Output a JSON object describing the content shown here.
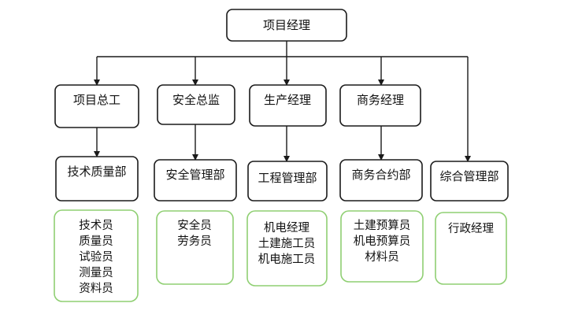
{
  "root": {
    "label": "项目经理"
  },
  "managers": [
    {
      "label": "项目总工"
    },
    {
      "label": "安全总监"
    },
    {
      "label": "生产经理"
    },
    {
      "label": "商务经理"
    }
  ],
  "departments": [
    {
      "label": "技术质量部",
      "staff": [
        "技术员",
        "质量员",
        "试验员",
        "测量员",
        "资料员"
      ]
    },
    {
      "label": "安全管理部",
      "staff": [
        "安全员",
        "劳务员"
      ]
    },
    {
      "label": "工程管理部",
      "staff": [
        "机电经理",
        "土建施工员",
        "机电施工员"
      ]
    },
    {
      "label": "商务合约部",
      "staff": [
        "土建预算员",
        "机电预算员",
        "材料员"
      ]
    },
    {
      "label": "综合管理部",
      "staff": [
        "行政经理"
      ]
    }
  ],
  "colors": {
    "node_border": "#1a1a1a",
    "staff_border": "#8fcf72"
  }
}
